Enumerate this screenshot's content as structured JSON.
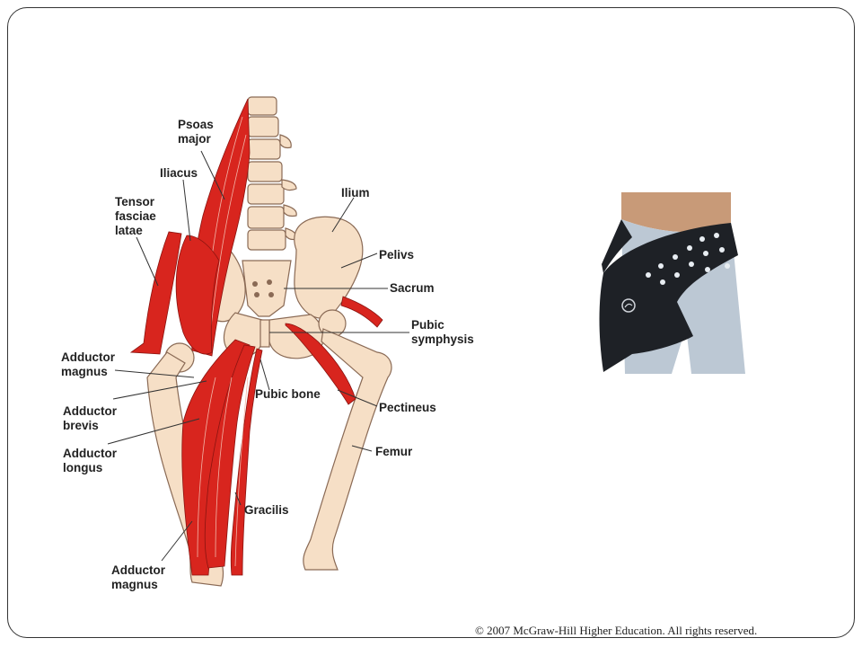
{
  "labels": {
    "psoas_major": [
      "Psoas",
      "major"
    ],
    "iliacus": "Iliacus",
    "tensor_fasciae_latae": [
      "Tensor",
      "fasciae",
      "latae"
    ],
    "ilium": "Ilium",
    "pelvis": "Pelivs",
    "sacrum": "Sacrum",
    "pubic_symphysis": [
      "Pubic",
      "symphysis"
    ],
    "adductor_magnus_upper": [
      "Adductor",
      "magnus"
    ],
    "adductor_brevis": [
      "Adductor",
      "brevis"
    ],
    "pubic_bone": "Pubic bone",
    "pectineus": "Pectineus",
    "adductor_longus": [
      "Adductor",
      "longus"
    ],
    "femur": "Femur",
    "gracilis": "Gracilis",
    "adductor_magnus_lower": [
      "Adductor",
      "magnus"
    ]
  },
  "colors": {
    "muscle": "#d8251e",
    "bone": "#f6dfc6",
    "product": "#1e2126",
    "leggings": "#bcc8d4"
  },
  "copyright": "© 2007 McGraw-Hill Higher Education. All rights reserved."
}
